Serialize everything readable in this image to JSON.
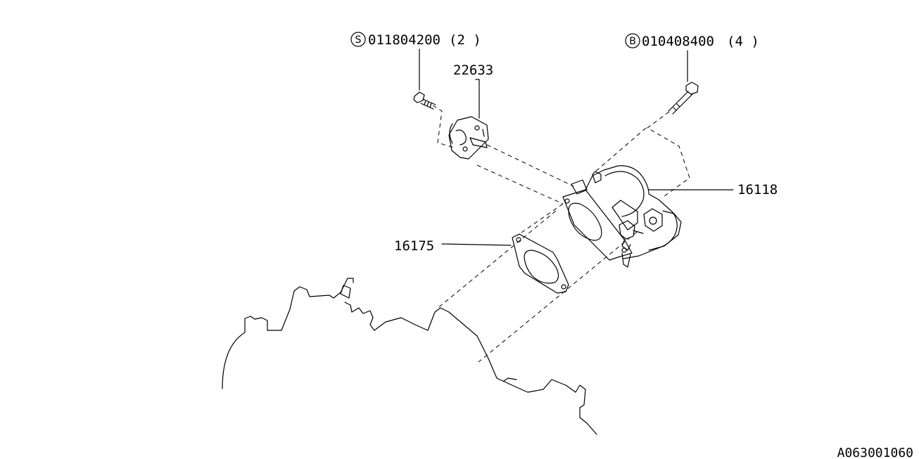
{
  "diagram": {
    "parts": [
      {
        "id": "screw",
        "badge": "S",
        "number": "011804200",
        "qty": "(2 )"
      },
      {
        "id": "bolt",
        "badge": "B",
        "number": "010408400",
        "qty": "(4 )"
      },
      {
        "id": "idle-air-control-valve",
        "number": "22633"
      },
      {
        "id": "throttle-body",
        "number": "16118"
      },
      {
        "id": "gasket",
        "number": "16175"
      }
    ],
    "diagram_code": "A063001060"
  }
}
